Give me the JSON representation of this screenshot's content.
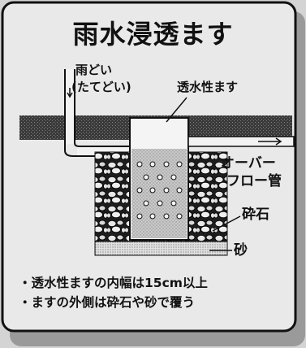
{
  "title": "雨水浸透ます",
  "labels": {
    "downspout_line1": "雨どい",
    "downspout_line2": "(たてどい)",
    "permeable_basin": "透水性ます",
    "overflow_line1": "オーバー",
    "overflow_line2": "フロー管",
    "crushed_stone": "砕石",
    "sand": "砂"
  },
  "notes": [
    "・透水性ますの内幅は15cm以上",
    "・ますの外側は砕石や砂で覆う"
  ]
}
